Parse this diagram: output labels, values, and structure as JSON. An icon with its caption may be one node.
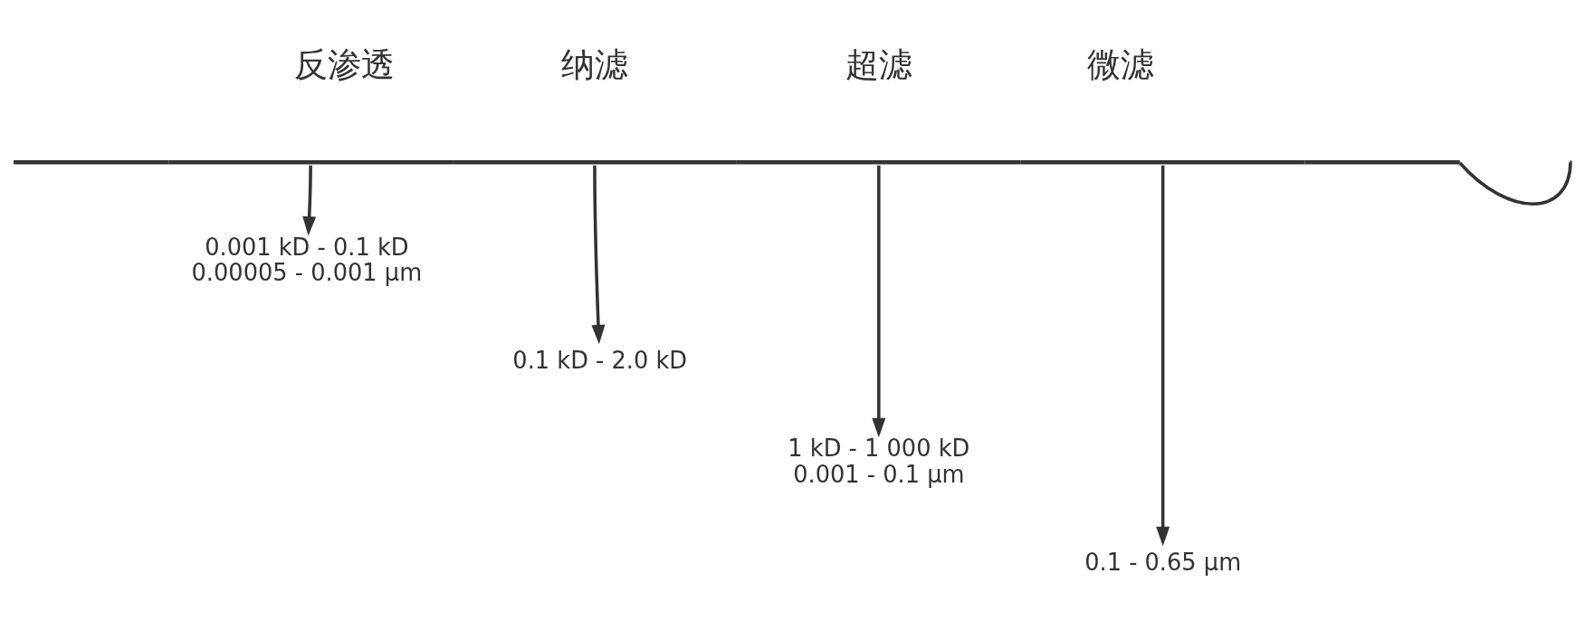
{
  "diagram": {
    "nodes": [
      {
        "text": [],
        "shape": "bar"
      },
      {
        "text": [
          "0.001 kD - 0.1 kD",
          "0.00005 - 0.001 µm"
        ]
      },
      {
        "text": [
          "0.1 kD - 2.0 kD"
        ]
      },
      {
        "text": [
          "1 kD - 1 000 kD",
          "0.001 - 0.1 µm"
        ]
      },
      {
        "text": [
          "0.1 - 0.65 µm"
        ]
      }
    ],
    "edges": [
      {
        "from": 0,
        "to": 1,
        "arrow": "to"
      },
      {
        "from": 0,
        "to": 2,
        "arrow": "to"
      },
      {
        "from": 0,
        "to": 3,
        "arrow": "to"
      },
      {
        "from": 0,
        "to": 4,
        "arrow": "to"
      }
    ],
    "labels": [
      "反渗透",
      "纳滤",
      "超滤",
      "微滤"
    ]
  }
}
